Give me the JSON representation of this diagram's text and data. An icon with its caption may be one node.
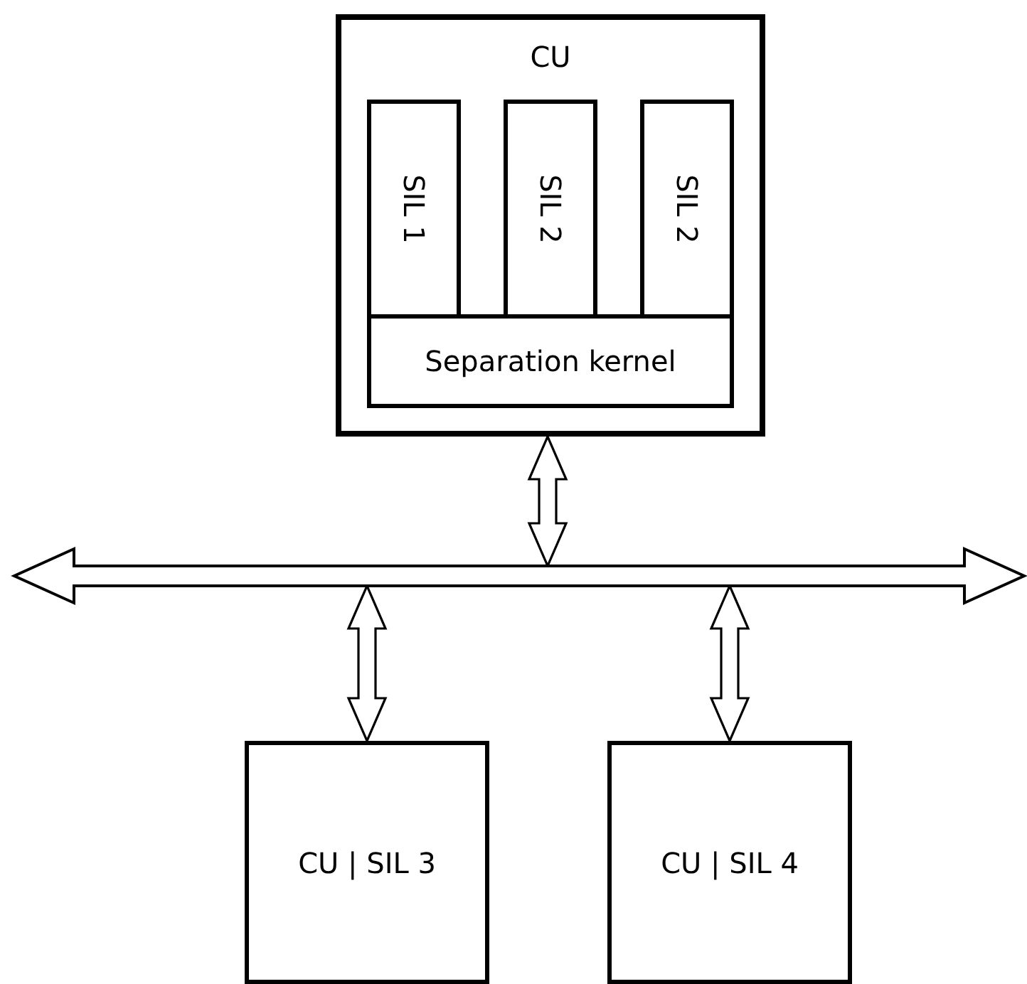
{
  "diagram": {
    "nodes": [
      {
        "text": [
          "CU"
        ]
      },
      {
        "text": [
          "SIL 1"
        ],
        "in": 0
      },
      {
        "text": [
          "SIL 2"
        ],
        "in": 0
      },
      {
        "text": [
          "SIL 2"
        ],
        "in": 0
      },
      {
        "text": [
          "Separation kernel"
        ],
        "in": 0
      },
      {
        "text": [],
        "shape": "bar"
      },
      {
        "text": [
          "CU | SIL 3"
        ]
      },
      {
        "text": [
          "CU | SIL 4"
        ]
      }
    ],
    "edges": [
      {
        "from": 0,
        "to": 5,
        "arrow": "both"
      },
      {
        "from": 5,
        "to": 6,
        "arrow": "both"
      },
      {
        "from": 5,
        "to": 7,
        "arrow": "both"
      }
    ]
  }
}
